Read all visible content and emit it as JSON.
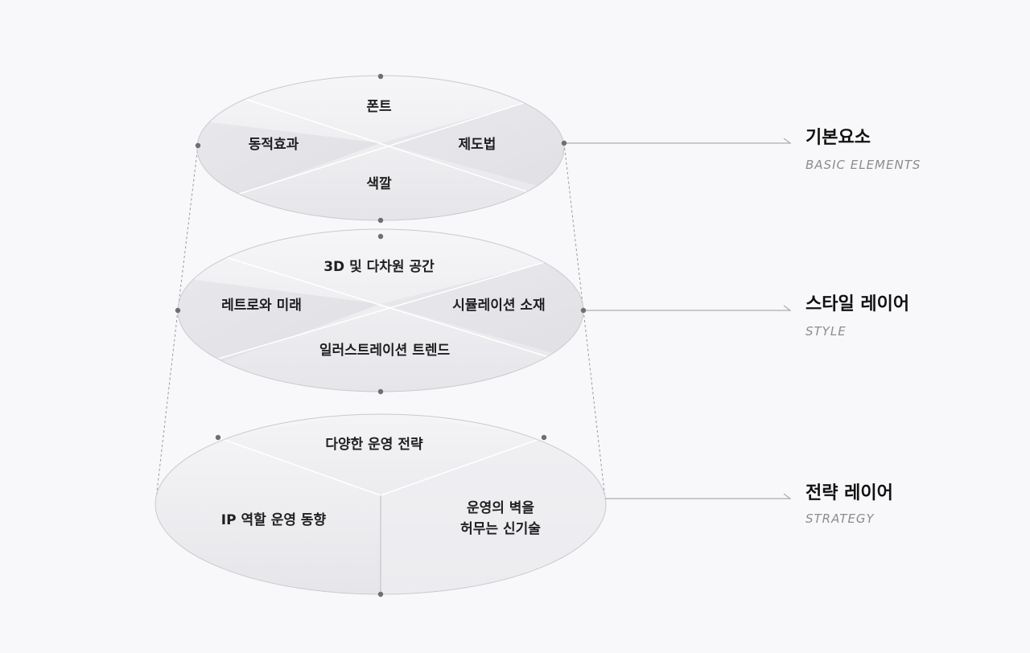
{
  "layers": [
    {
      "title": "기본요소",
      "subtitle": "BASIC ELEMENTS",
      "segments": [
        "폰트",
        "동적효과",
        "제도법",
        "색깔"
      ]
    },
    {
      "title": "스타일 레이어",
      "subtitle": "STYLE",
      "segments": [
        "3D 및 다차원 공간",
        "레트로와 미래",
        "시뮬레이션 소재",
        "일러스트레이션 트렌드"
      ]
    },
    {
      "title": "전략 레이어",
      "subtitle": "STRATEGY",
      "segments": [
        "다양한 운영 전략",
        "IP 역할 운영 동향",
        "운영의 벽을",
        "허무는 신기술"
      ]
    }
  ],
  "colors": {
    "background": "#f8f8fa",
    "disc_light": "#f3f3f5",
    "disc_dark": "#e4e4e8",
    "disc_edge": "#c9c9cf",
    "line": "#9a9a9a",
    "dot": "#6f6f6f",
    "label": "#1f1f1f",
    "subtitle": "#8c8c8c"
  }
}
